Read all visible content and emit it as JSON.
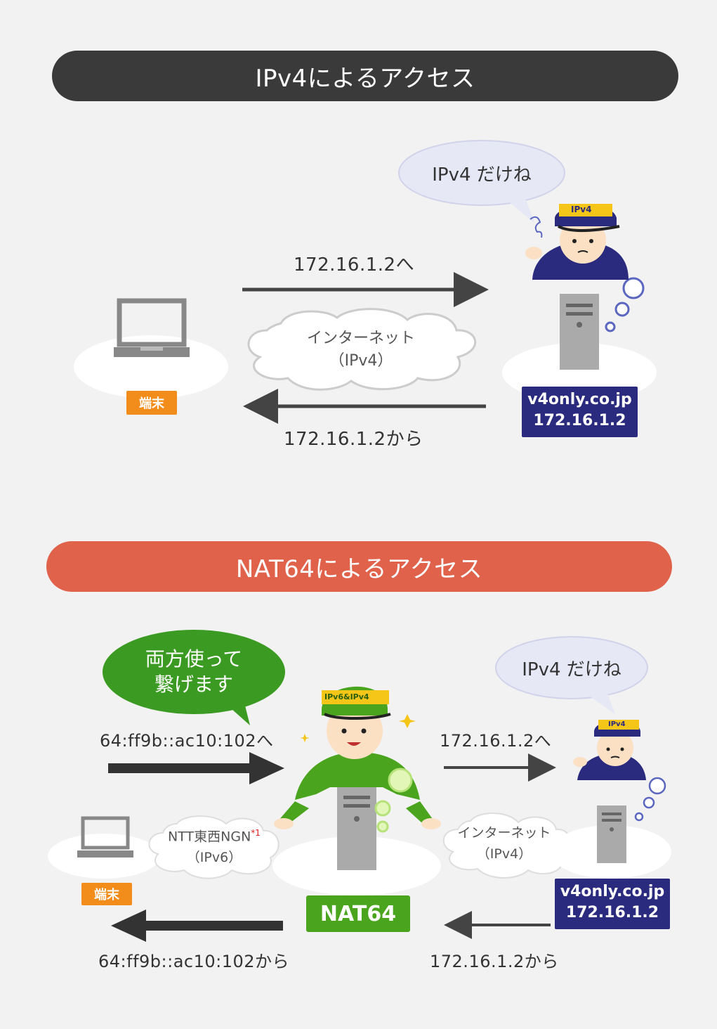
{
  "section_ipv4": {
    "title": "IPv4によるアクセス",
    "request_label": "172.16.1.2へ",
    "response_label": "172.16.1.2から",
    "cloud_line1": "インターネット",
    "cloud_line2": "（IPv4）",
    "terminal_label": "端末",
    "server_domain": "v4only.co.jp",
    "server_ip": "172.16.1.2",
    "character_speech": "IPv4 だけね",
    "character_hat": "IPv4"
  },
  "section_nat64": {
    "title": "NAT64によるアクセス",
    "speech_line1": "両方使って",
    "speech_line2": "繋げます",
    "request_left_label": "64:ff9b::ac10:102へ",
    "request_right_label": "172.16.1.2へ",
    "response_left_label": "64:ff9b::ac10:102から",
    "response_right_label": "172.16.1.2から",
    "ngn_cloud_line1": "NTT東西NGN",
    "ngn_cloud_note": "*1",
    "ngn_cloud_line2": "（IPv6）",
    "internet_cloud_line1": "インターネット",
    "internet_cloud_line2": "（IPv4）",
    "terminal_label": "端末",
    "nat_label": "NAT64",
    "nat_hat": "IPv6&IPv4",
    "server_domain": "v4only.co.jp",
    "server_ip": "172.16.1.2",
    "character_speech": "IPv4 だけね",
    "character_hat": "IPv4"
  },
  "colors": {
    "ipv4_banner": "#3a3a3a",
    "nat64_banner": "#e0624b",
    "terminal_tag": "#f28c1b",
    "server_box": "#2a2a7e",
    "nat_green": "#4aa41e",
    "speech_blue": "#e6e8f5"
  }
}
